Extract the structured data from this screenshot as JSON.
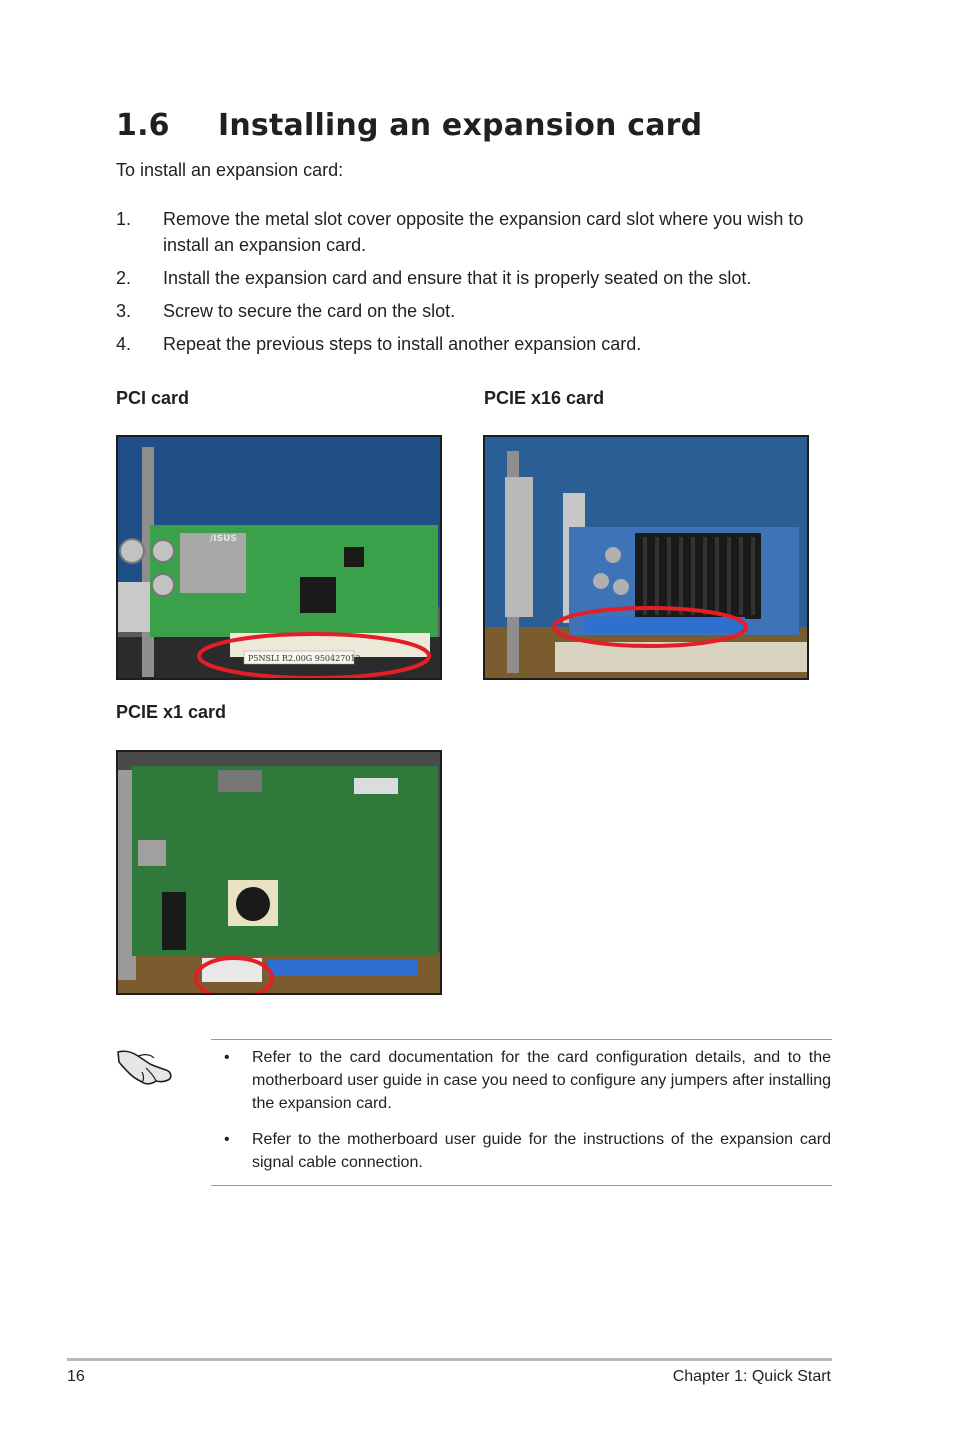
{
  "heading": {
    "number": "1.6",
    "text": "Installing an expansion card"
  },
  "intro": "To install an expansion card:",
  "steps": [
    {
      "num": "1.",
      "text": "Remove the metal slot cover opposite the expansion card slot where you wish to install an expansion card."
    },
    {
      "num": "2.",
      "text": "Install the expansion card and ensure that it is properly seated on the slot."
    },
    {
      "num": "3.",
      "text": "Screw to secure the card on the slot."
    },
    {
      "num": "4.",
      "text": "Repeat the previous steps to install another expansion card."
    }
  ],
  "figures": {
    "pci": {
      "caption": "PCI card",
      "label_text": "P5NSLI R2.00G 950427012",
      "logo": "/ISUS"
    },
    "pcie16": {
      "caption": "PCIE x16 card"
    },
    "pcie1": {
      "caption": "PCIE x1 card"
    }
  },
  "note": {
    "icon": "hand-pointing-icon",
    "items": [
      "Refer to the card documentation for the card configuration details, and to the motherboard user guide in case you need to configure any jumpers after installing the expansion card.",
      "Refer to the motherboard user guide for the instructions of the expansion card signal cable connection."
    ],
    "bullet": "•"
  },
  "footer": {
    "page": "16",
    "chapter": "Chapter 1: Quick Start"
  },
  "colors": {
    "highlight": "#e41e26",
    "pcb_green": "#2e8a3c",
    "slot_blue": "#2a5db0"
  }
}
